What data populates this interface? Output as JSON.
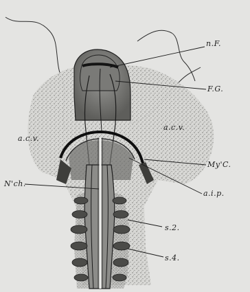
{
  "labels": {
    "neural_fold": "n.F.",
    "foregut": "F.G.",
    "acv_left": "a.c.v.",
    "acv_right": "a.c.v.",
    "myocardium": "My'C.",
    "notochord": "N'ch.",
    "aip": "a.i.p.",
    "s2": "s.2.",
    "s4": "s.4."
  }
}
